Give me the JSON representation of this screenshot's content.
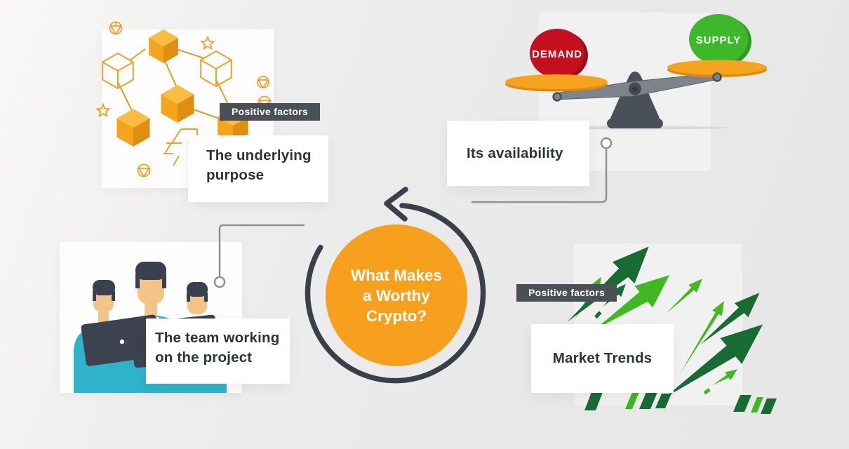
{
  "page": {
    "title": "What Makes a Worthy Crypto?"
  },
  "center": {
    "line1": "What Makes",
    "line2": "a Worthy",
    "line3": "Crypto?"
  },
  "factors": {
    "purpose": {
      "badge": "Positive factors",
      "line1": "The underlying",
      "line2": "purpose",
      "illustration": "blockchain-cubes"
    },
    "availability": {
      "label": "Its availability",
      "demand": "DEMAND",
      "supply": "SUPPLY",
      "illustration": "balance-scale"
    },
    "team": {
      "line1": "The team working",
      "line2": "on the project",
      "illustration": "team-members"
    },
    "market": {
      "badge": "Positive factors",
      "label": "Market Trends",
      "illustration": "growth-arrows"
    }
  },
  "colors": {
    "accent_orange": "#F6A01E",
    "demand_red": "#C30F1E",
    "supply_green": "#3CB82A",
    "dark_green": "#186B33",
    "lime_green": "#3FB821",
    "slate": "#3E444D",
    "badge_bg": "#4B5056",
    "teal": "#2FB3CC"
  }
}
